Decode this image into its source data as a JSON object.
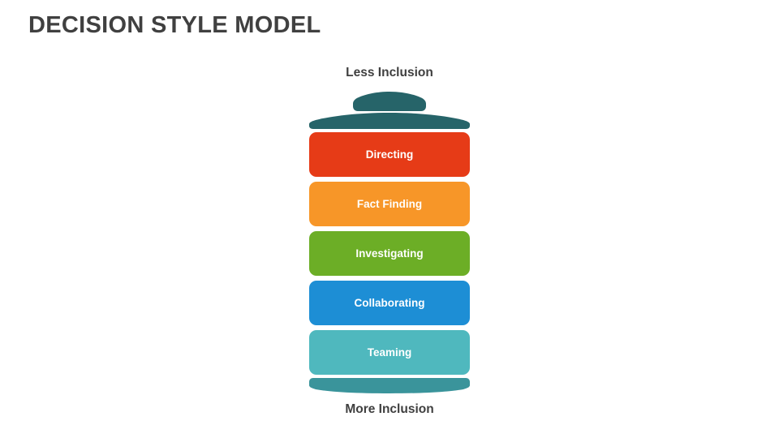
{
  "title": "DECISION STYLE MODEL",
  "colors": {
    "title_text": "#404040",
    "label_text": "#3f3f3f",
    "bar_text": "#ffffff",
    "cap_dark_teal": "#266469",
    "base_teal": "#3a949b",
    "background": "#ffffff"
  },
  "icons": {
    "top_cap": "battery-cap",
    "shoulder": "battery-shoulder",
    "base": "battery-base"
  },
  "stack": {
    "top_label": "Less Inclusion",
    "bottom_label": "More Inclusion",
    "bars": [
      {
        "label": "Directing",
        "color": "#e63b17"
      },
      {
        "label": "Fact Finding",
        "color": "#f79628"
      },
      {
        "label": "Investigating",
        "color": "#6cae26"
      },
      {
        "label": "Collaborating",
        "color": "#1d8ed5"
      },
      {
        "label": "Teaming",
        "color": "#4fb8be"
      }
    ]
  }
}
